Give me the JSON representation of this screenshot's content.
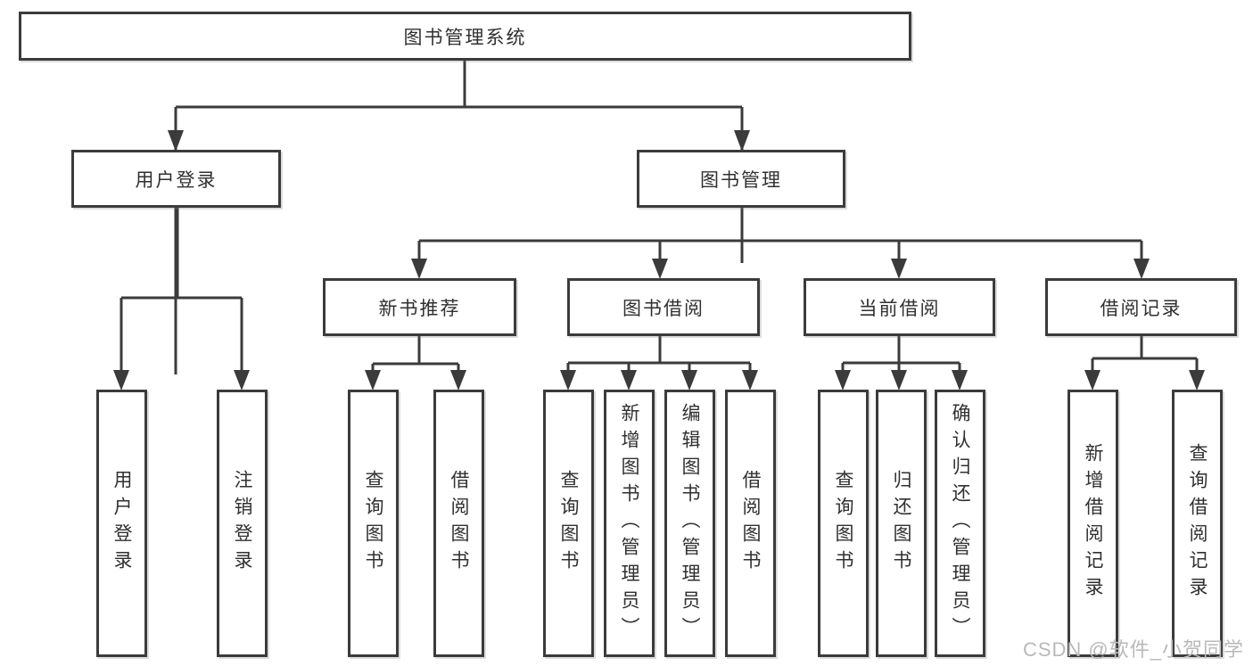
{
  "diagram": {
    "root": {
      "label": "图书管理系统"
    },
    "level1": [
      {
        "id": "user-login",
        "label": "用户登录"
      },
      {
        "id": "book-management",
        "label": "图书管理"
      }
    ],
    "level2": [
      {
        "id": "new-book-recommend",
        "label": "新书推荐"
      },
      {
        "id": "book-borrow",
        "label": "图书借阅"
      },
      {
        "id": "current-borrow",
        "label": "当前借阅"
      },
      {
        "id": "borrow-records",
        "label": "借阅记录"
      }
    ],
    "leaves": {
      "user_login": [
        {
          "label": "用户登录"
        },
        {
          "label": "注销登录"
        }
      ],
      "new_book_recommend": [
        {
          "label": "查询图书"
        },
        {
          "label": "借阅图书"
        }
      ],
      "book_borrow": [
        {
          "label": "查询图书"
        },
        {
          "label": "新增图书（管理员）"
        },
        {
          "label": "编辑图书（管理员）"
        },
        {
          "label": "借阅图书"
        }
      ],
      "current_borrow": [
        {
          "label": "查询图书"
        },
        {
          "label": "归还图书"
        },
        {
          "label": "确认归还（管理员）"
        }
      ],
      "borrow_records": [
        {
          "label": "新增借阅记录"
        },
        {
          "label": "查询借阅记录"
        }
      ]
    }
  },
  "colors": {
    "line": "#3b3b3b",
    "text": "#303030",
    "background": "#ffffff",
    "watermark": "#b9b9b9"
  },
  "watermark": "CSDN @软件_小贺同学"
}
